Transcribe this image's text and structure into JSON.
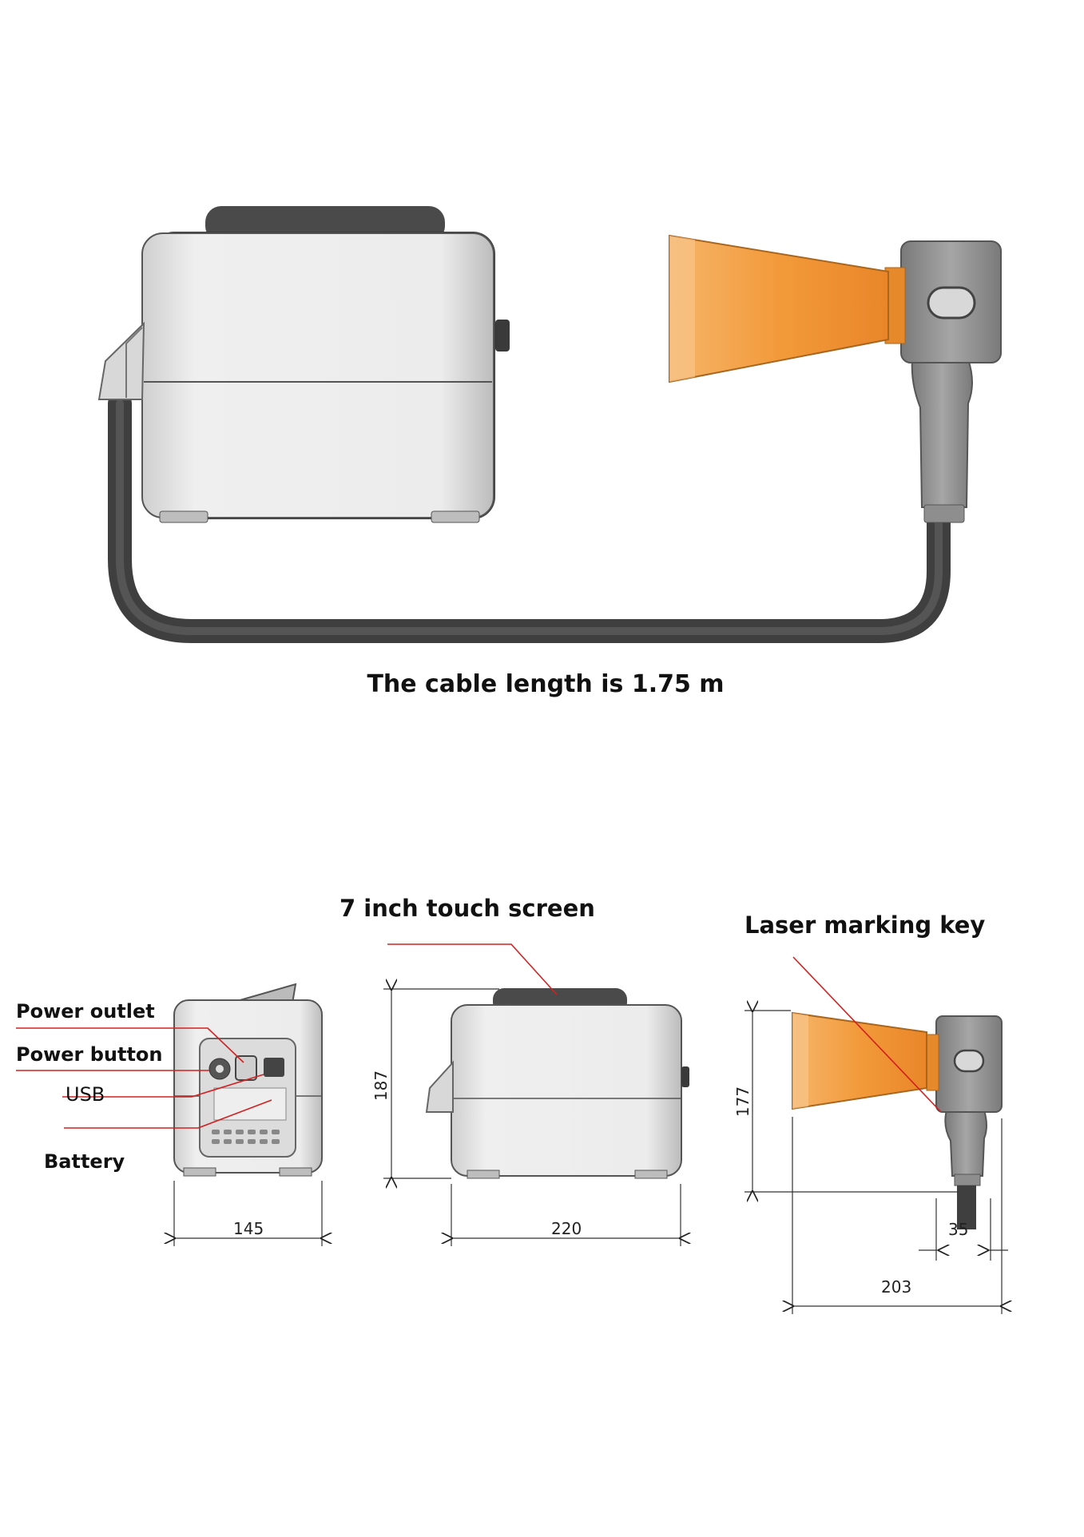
{
  "top": {
    "cable_caption": "The cable length is 1.75 m"
  },
  "callouts": {
    "touch_screen": "7 inch touch screen",
    "laser_key": "Laser marking key",
    "power_outlet": "Power outlet",
    "power_button": "Power button",
    "usb": "USB",
    "battery": "Battery"
  },
  "dimensions": {
    "side_width": "145",
    "front_width": "220",
    "front_height": "187",
    "gun_height": "177",
    "gun_handle": "35",
    "gun_length": "203"
  },
  "colors": {
    "body": "#e8e8e8",
    "dark_gray": "#4a4a4a",
    "orange": "#f29a3a",
    "leader": "#d42020"
  }
}
